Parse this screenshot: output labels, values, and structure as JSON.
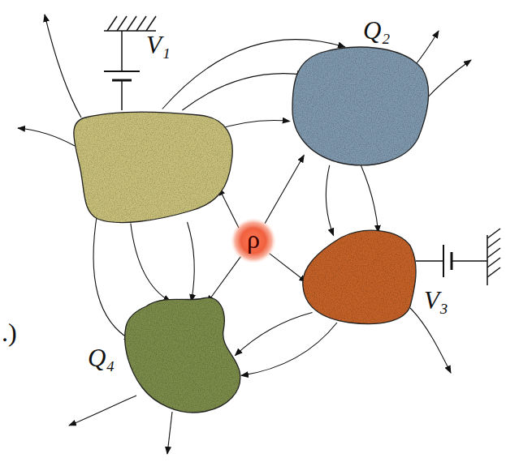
{
  "diagram": {
    "nodes": [
      {
        "text": [
          "V₁"
        ]
      },
      {
        "text": [
          "Q₂"
        ]
      },
      {
        "text": [
          "ρ"
        ]
      },
      {
        "text": [
          "V₃"
        ]
      },
      {
        "text": [
          "Q₄"
        ]
      }
    ],
    "edges": [
      {
        "from": 0,
        "to": 1,
        "arrow": "to"
      },
      {
        "from": 0,
        "to": 1,
        "arrow": "to"
      },
      {
        "from": 0,
        "to": 1,
        "arrow": "to"
      },
      {
        "from": 0,
        "to": 4,
        "arrow": "to"
      },
      {
        "from": 0,
        "to": 4,
        "arrow": "to"
      },
      {
        "from": 0,
        "to": 4,
        "arrow": "to"
      },
      {
        "from": 1,
        "to": 3,
        "arrow": "to"
      },
      {
        "from": 1,
        "to": 3,
        "arrow": "to"
      },
      {
        "from": 3,
        "to": 4,
        "arrow": "to"
      },
      {
        "from": 3,
        "to": 4,
        "arrow": "to"
      },
      {
        "from": 2,
        "to": 0,
        "arrow": "to"
      },
      {
        "from": 2,
        "to": 1,
        "arrow": "to"
      },
      {
        "from": 2,
        "to": 3,
        "arrow": "to"
      },
      {
        "from": 2,
        "to": 4,
        "arrow": "to"
      }
    ],
    "labels": [
      ".)"
    ]
  }
}
